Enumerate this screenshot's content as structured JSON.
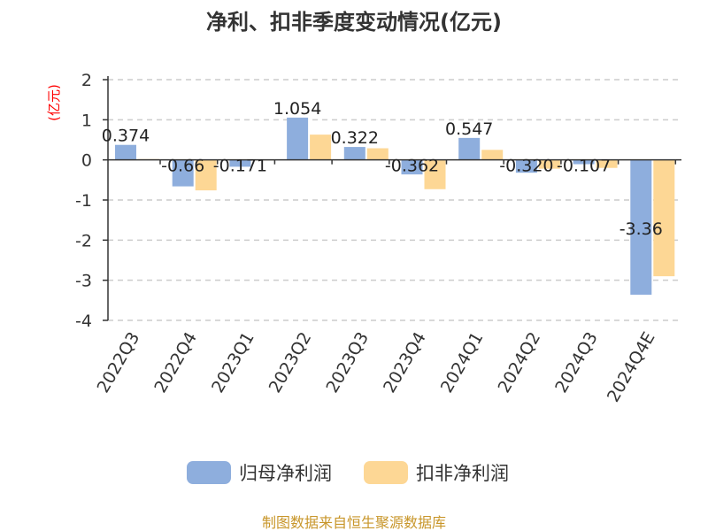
{
  "chart_data": {
    "type": "bar",
    "title": "净利、扣非季度变动情况(亿元)",
    "ylabel": "(亿元)",
    "categories": [
      "2022Q3",
      "2022Q4",
      "2023Q1",
      "2023Q2",
      "2023Q3",
      "2023Q4",
      "2024Q1",
      "2024Q2",
      "2024Q3",
      "2024Q4E"
    ],
    "series": [
      {
        "name": "归母净利润",
        "color": "#8eaedd",
        "values": [
          0.374,
          -0.66,
          -0.171,
          1.054,
          0.322,
          -0.362,
          0.547,
          -0.32,
          -0.107,
          -3.36
        ],
        "labels": [
          "0.374",
          "-0.66",
          "-0.171",
          "1.054",
          "0.322",
          "-0.362",
          "0.547",
          "-0.320",
          "-0.107",
          "-3.36"
        ]
      },
      {
        "name": "扣非净利润",
        "color": "#fdd795",
        "values": [
          0.02,
          -0.76,
          0.0,
          0.63,
          0.29,
          -0.73,
          0.25,
          -0.22,
          -0.2,
          -2.9
        ]
      }
    ],
    "ylim": [
      -4,
      2
    ],
    "yticks": [
      2,
      1,
      0,
      -1,
      -2,
      -3,
      -4
    ],
    "grid": true,
    "legend": "bottom"
  },
  "footer": {
    "source": "制图数据来自恒生聚源数据库"
  },
  "colors": {
    "title": "#333333",
    "axis_label": "#ff0000",
    "footer": "#c8962a",
    "grid": "#cccccc"
  }
}
